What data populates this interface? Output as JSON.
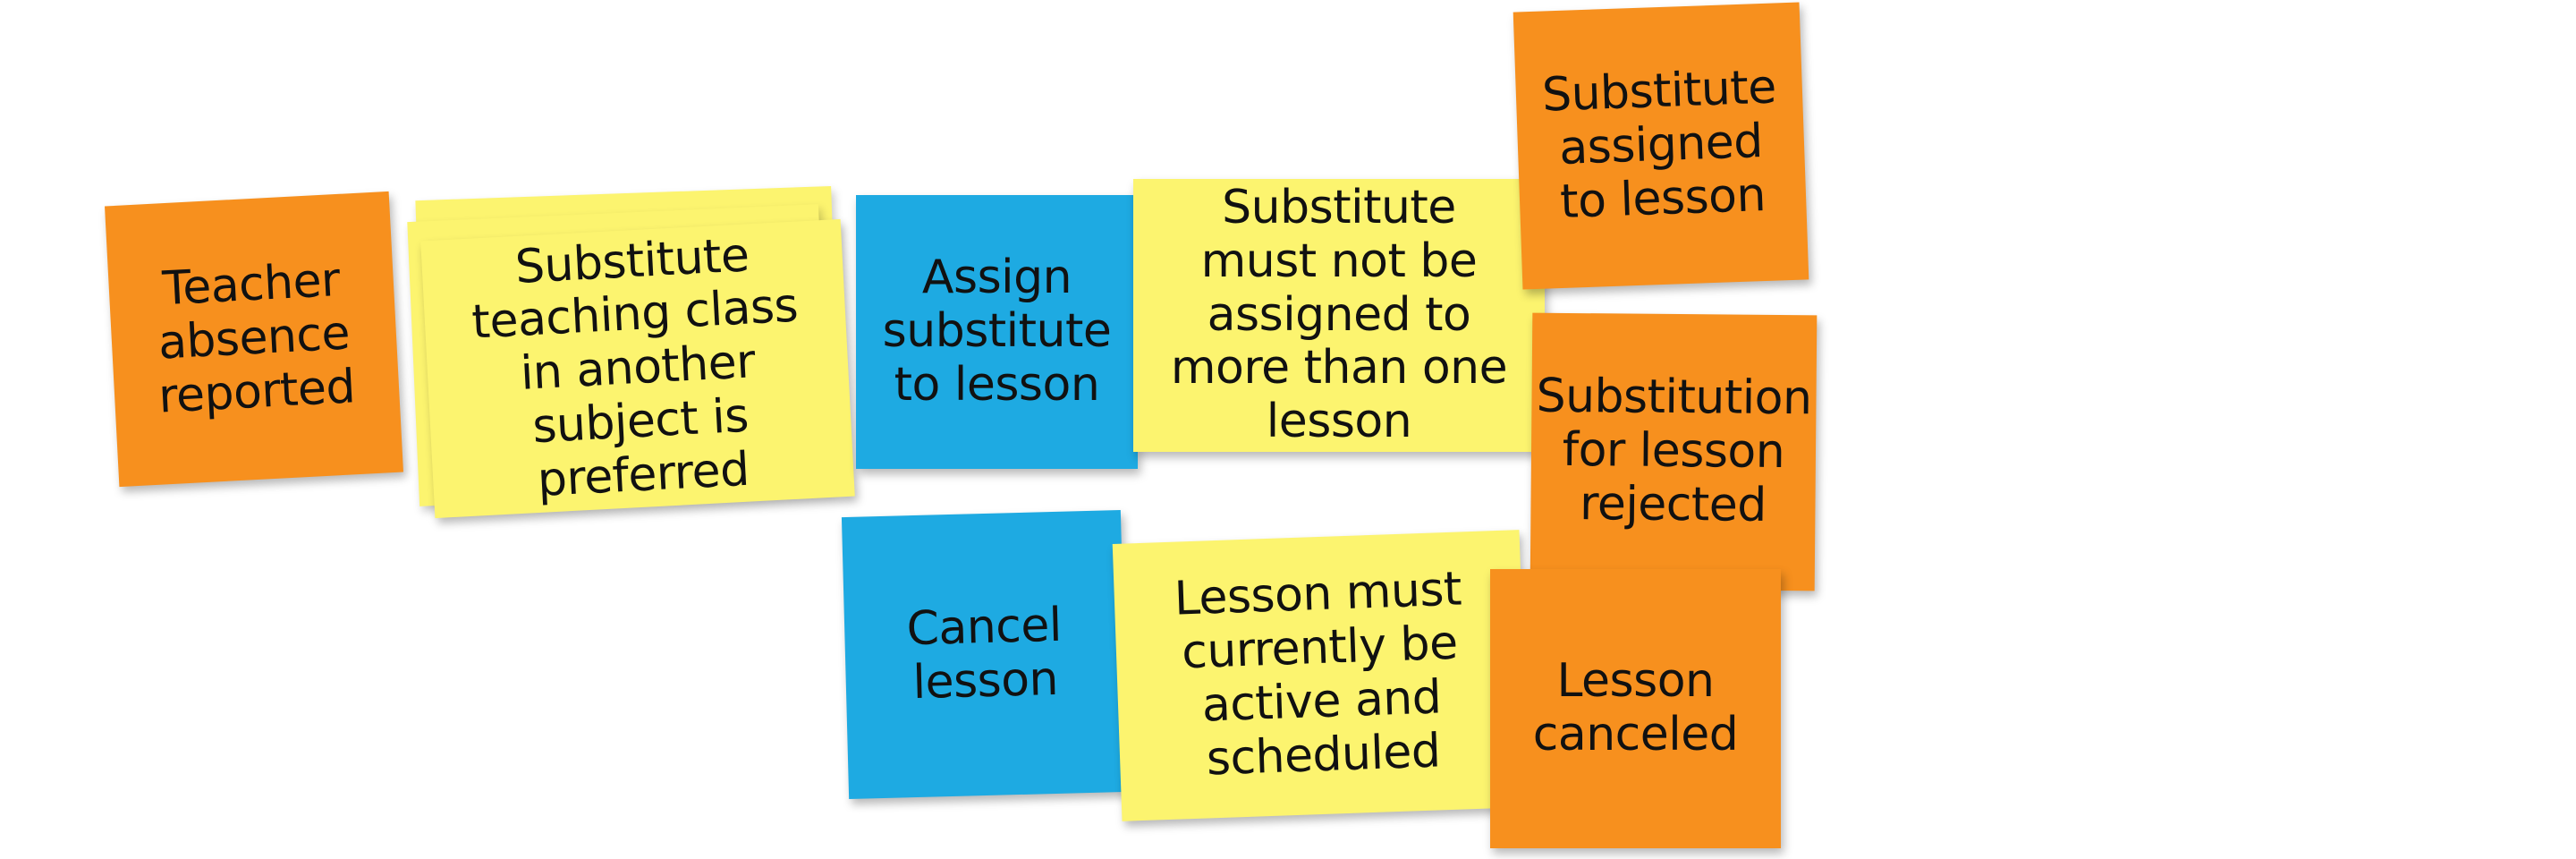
{
  "colors": {
    "event": "#f7901e",
    "command": "#1eaae2",
    "policy": "#fcf46f"
  },
  "notes": {
    "teacher_absence_reported": "Teacher absence reported",
    "substitute_preferred": "Substitute teaching class in another subject is preferred",
    "assign_substitute": "Assign substitute to lesson",
    "not_more_than_one": "Substitute must not be assigned to more than one lesson",
    "substitute_assigned": "Substitute assigned to lesson",
    "substitution_rejected": "Substitution for lesson rejected",
    "cancel_lesson": "Cancel lesson",
    "lesson_must_be_active": "Lesson must currently be active and scheduled",
    "lesson_canceled": "Lesson canceled"
  }
}
